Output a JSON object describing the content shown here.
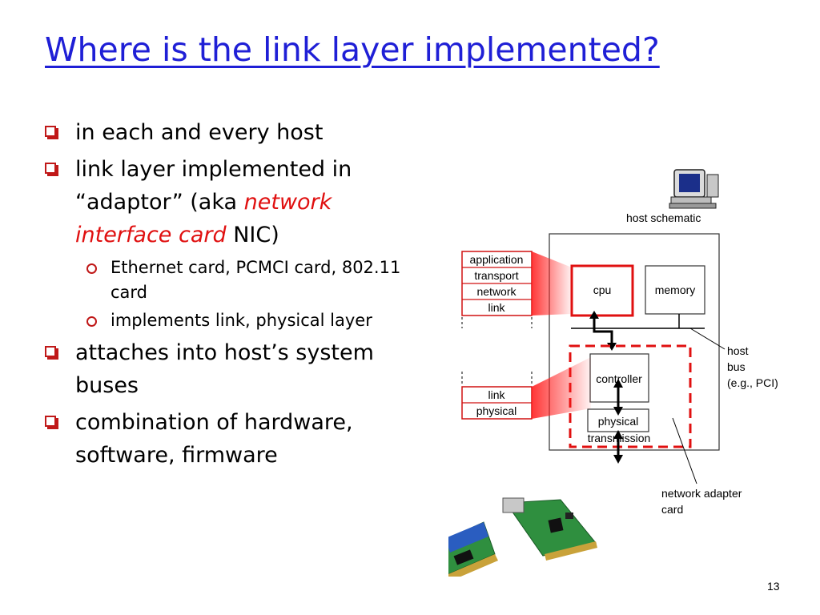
{
  "title": "Where is the link layer implemented?",
  "bullets": {
    "b1": "in each and every host",
    "b2_pre": "link layer implemented in “adaptor” (aka ",
    "b2_red": "network interface card",
    "b2_post": " NIC)",
    "sub1": "Ethernet card, PCMCI card, 802.11 card",
    "sub2": "implements link, physical layer",
    "b3": "attaches into host’s system buses",
    "b4": "combination of hardware, software, firmware"
  },
  "diagram": {
    "host_schematic": "host schematic",
    "stack_top": [
      "application",
      "transport",
      "network",
      "link"
    ],
    "stack_bottom": [
      "link",
      "physical"
    ],
    "cpu": "cpu",
    "memory": "memory",
    "controller": "controller",
    "physical": "physical",
    "transmission": "transmission",
    "host_bus": [
      "host",
      "bus",
      "(e.g., PCI)"
    ],
    "adapter_card": [
      "network adapter",
      "card"
    ]
  },
  "page_number": "13",
  "colors": {
    "title": "#1f1fd6",
    "accent_red": "#e01010",
    "bullet_marker": "#c01818"
  }
}
